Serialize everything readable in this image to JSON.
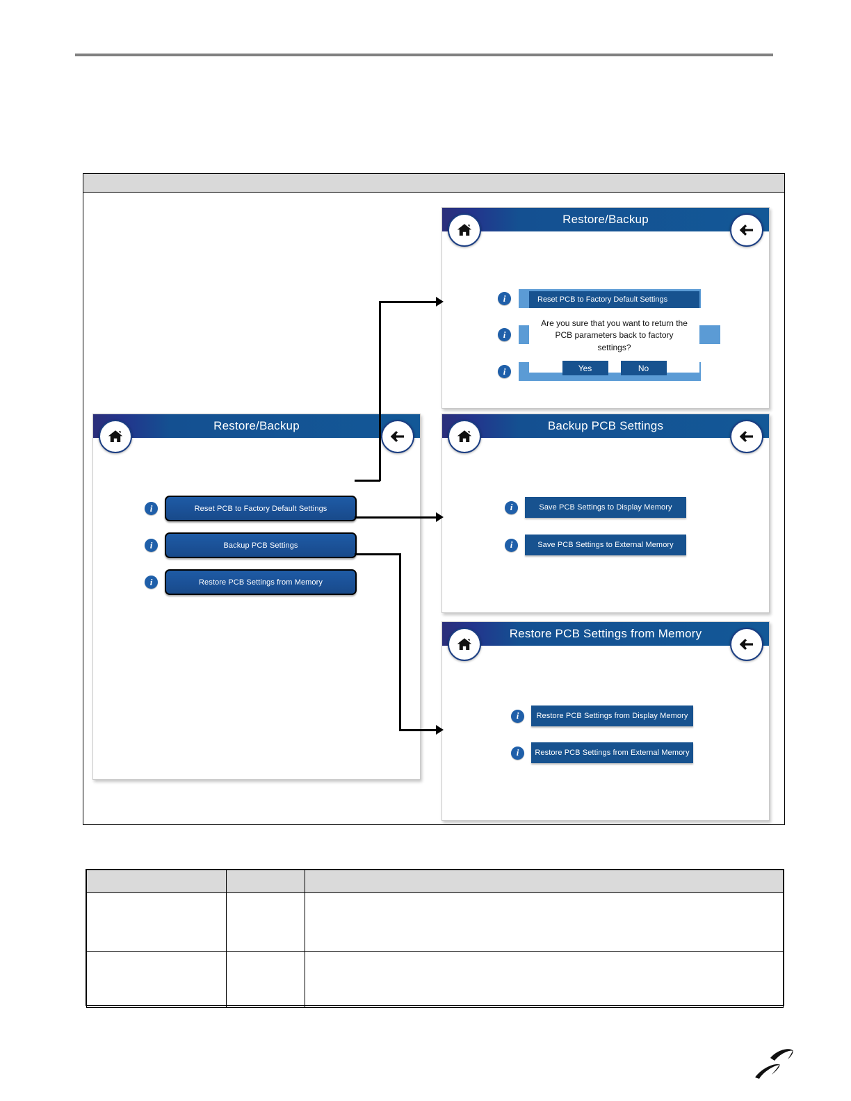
{
  "page": {
    "top_rule": true,
    "logo_name": "company-swoosh-logo"
  },
  "diagram": {
    "caption_band": "",
    "panels": [
      {
        "id": "reset-confirm",
        "title": "Restore/Backup",
        "home_icon": "home-icon",
        "back_icon": "back-arrow-icon",
        "dialog": {
          "title": "Reset PCB to Factory Default Settings",
          "message": "Are you sure that you want to return the PCB parameters back to factory settings?",
          "yes_label": "Yes",
          "no_label": "No"
        },
        "info_icon_label": "i"
      },
      {
        "id": "restore-backup-menu",
        "title": "Restore/Backup",
        "home_icon": "home-icon",
        "back_icon": "back-arrow-icon",
        "options": [
          "Reset PCB to Factory Default Settings",
          "Backup PCB Settings",
          "Restore PCB Settings from Memory"
        ],
        "info_icon_label": "i"
      },
      {
        "id": "backup-pcb-settings",
        "title": "Backup PCB Settings",
        "home_icon": "home-icon",
        "back_icon": "back-arrow-icon",
        "options": [
          "Save PCB Settings to Display Memory",
          "Save PCB Settings to External Memory"
        ],
        "info_icon_label": "i"
      },
      {
        "id": "restore-pcb-settings-from-memory",
        "title": "Restore PCB Settings from Memory",
        "home_icon": "home-icon",
        "back_icon": "back-arrow-icon",
        "options": [
          "Restore PCB Settings from Display Memory",
          "Restore PCB Settings from External Memory"
        ],
        "info_icon_label": "i"
      }
    ],
    "connectors": [
      {
        "from": "Reset PCB to Factory Default Settings",
        "to": "Restore/Backup (reset confirm)"
      },
      {
        "from": "Backup PCB Settings",
        "to": "Backup PCB Settings"
      },
      {
        "from": "Restore PCB Settings from Memory",
        "to": "Restore PCB Settings from Memory"
      }
    ]
  },
  "bottom_table": {
    "headers": [
      "",
      "",
      ""
    ],
    "rows": [
      [
        "",
        "",
        ""
      ],
      [
        "",
        "",
        ""
      ]
    ]
  },
  "colors": {
    "header_blue": "#17528f",
    "header_dark": "#2b2f7a",
    "button_blue": "#1a5193",
    "info_blue": "#1f5fa9",
    "ghost_blue": "#5b9bd5",
    "table_header_gray": "#d9d9d9",
    "rule_gray": "#808080"
  }
}
